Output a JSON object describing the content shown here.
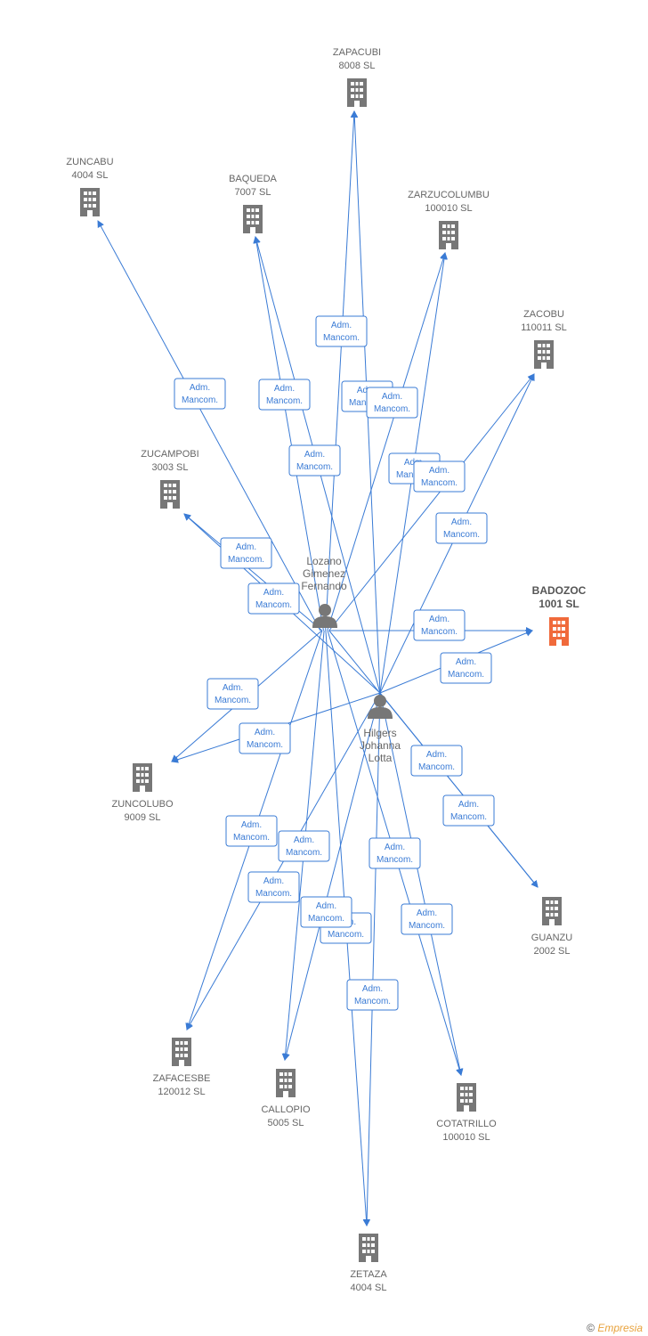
{
  "colors": {
    "edge": "#3a7bd5",
    "building": "#777777",
    "highlight": "#f06a3b",
    "person": "#777777"
  },
  "persons": [
    {
      "id": "lozano",
      "lines": [
        "Lozano",
        "Gimenez",
        "Fernando"
      ]
    },
    {
      "id": "hilgers",
      "lines": [
        "Hilgers",
        "Johanna",
        "Lotta"
      ]
    }
  ],
  "companies": [
    {
      "id": "zapacubi",
      "name": "ZAPACUBI",
      "sub": "8008 SL"
    },
    {
      "id": "zuncabu",
      "name": "ZUNCABU",
      "sub": "4004 SL"
    },
    {
      "id": "baqueda",
      "name": "BAQUEDA",
      "sub": "7007 SL"
    },
    {
      "id": "zarzucolumbu",
      "name": "ZARZUCOLUMBU",
      "sub": "100010 SL"
    },
    {
      "id": "zacobu",
      "name": "ZACOBU",
      "sub": "110011 SL"
    },
    {
      "id": "zucampobi",
      "name": "ZUCAMPOBI",
      "sub": "3003 SL"
    },
    {
      "id": "badozoc",
      "name": "BADOZOC",
      "sub": "1001 SL",
      "highlight": true
    },
    {
      "id": "zuncolubo",
      "name": "ZUNCOLUBO",
      "sub": "9009 SL"
    },
    {
      "id": "guanzu",
      "name": "GUANZU",
      "sub": "2002 SL"
    },
    {
      "id": "zafacesbe",
      "name": "ZAFACESBE",
      "sub": "120012 SL"
    },
    {
      "id": "callopio",
      "name": "CALLOPIO",
      "sub": "5005 SL"
    },
    {
      "id": "cotatrillo",
      "name": "COTATRILLO",
      "sub": "100010 SL"
    },
    {
      "id": "zetaza",
      "name": "ZETAZA",
      "sub": "4004 SL"
    }
  ],
  "edge_label": [
    "Adm.",
    "Mancom."
  ],
  "edges": [
    {
      "from": "lozano",
      "to": "zapacubi"
    },
    {
      "from": "hilgers",
      "to": "zapacubi"
    },
    {
      "from": "lozano",
      "to": "zuncabu"
    },
    {
      "from": "lozano",
      "to": "baqueda"
    },
    {
      "from": "hilgers",
      "to": "baqueda"
    },
    {
      "from": "lozano",
      "to": "zarzucolumbu"
    },
    {
      "from": "hilgers",
      "to": "zarzucolumbu"
    },
    {
      "from": "lozano",
      "to": "zacobu"
    },
    {
      "from": "hilgers",
      "to": "zacobu"
    },
    {
      "from": "lozano",
      "to": "zucampobi"
    },
    {
      "from": "hilgers",
      "to": "zucampobi"
    },
    {
      "from": "lozano",
      "to": "badozoc"
    },
    {
      "from": "hilgers",
      "to": "badozoc"
    },
    {
      "from": "lozano",
      "to": "zuncolubo"
    },
    {
      "from": "hilgers",
      "to": "zuncolubo"
    },
    {
      "from": "lozano",
      "to": "guanzu"
    },
    {
      "from": "hilgers",
      "to": "guanzu"
    },
    {
      "from": "lozano",
      "to": "zafacesbe"
    },
    {
      "from": "hilgers",
      "to": "zafacesbe"
    },
    {
      "from": "lozano",
      "to": "callopio"
    },
    {
      "from": "hilgers",
      "to": "callopio"
    },
    {
      "from": "lozano",
      "to": "cotatrillo"
    },
    {
      "from": "hilgers",
      "to": "cotatrillo"
    },
    {
      "from": "lozano",
      "to": "zetaza"
    },
    {
      "from": "hilgers",
      "to": "zetaza"
    }
  ],
  "footer": {
    "copyright": "©",
    "brand": "Empresia"
  }
}
